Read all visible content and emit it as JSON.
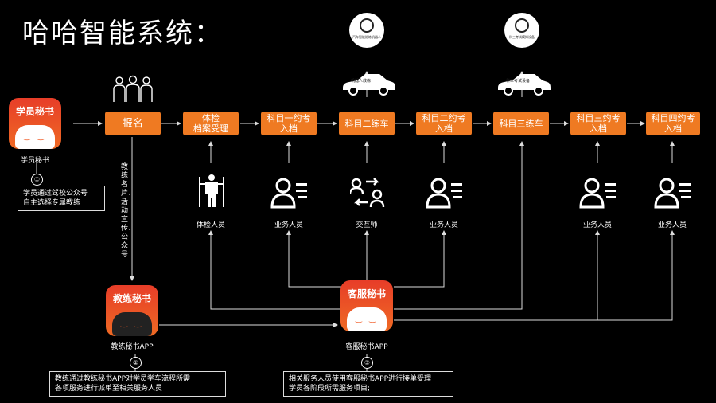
{
  "title": "哈哈智能系统：",
  "apps": {
    "student": {
      "label": "学员秘书",
      "caption": "学员秘书"
    },
    "coach": {
      "label": "教练秘书",
      "caption": "教练秘书APP"
    },
    "service": {
      "label": "客服秘书",
      "caption": "客服秘书APP"
    }
  },
  "steps": [
    {
      "label": "报名"
    },
    {
      "label": "体检\n档案受理"
    },
    {
      "label": "科目一约考\n入档"
    },
    {
      "label": "科目二练车"
    },
    {
      "label": "科目二约考\n入档"
    },
    {
      "label": "科目三练车"
    },
    {
      "label": "科目三约考\n入档"
    },
    {
      "label": "科目四约考\n入档"
    }
  ],
  "roles": [
    "体检人员",
    "业务人员",
    "交互师",
    "业务人员",
    "业务人员",
    "业务人员"
  ],
  "car_labels": [
    "机器人教练",
    "科三考试设备"
  ],
  "badge_labels": [
    "汽车智能陪练机器人",
    "科三考试模拟设备"
  ],
  "vertical_text": "教练名片、活动宣传、公众号",
  "notes": [
    {
      "num": "①",
      "text": "学员通过驾校公众号\n自主选择专属教练"
    },
    {
      "num": "②",
      "text": "教练通过教练秘书APP对学员学车流程所需\n各项服务进行派单至相关服务人员"
    },
    {
      "num": "③",
      "text": "相关服务人员使用客服秘书APP进行接单受理\n学员各阶段所需服务项目;"
    }
  ],
  "colors": {
    "accent": "#ef7a22",
    "app_red": "#e73d28",
    "background": "#000000"
  }
}
